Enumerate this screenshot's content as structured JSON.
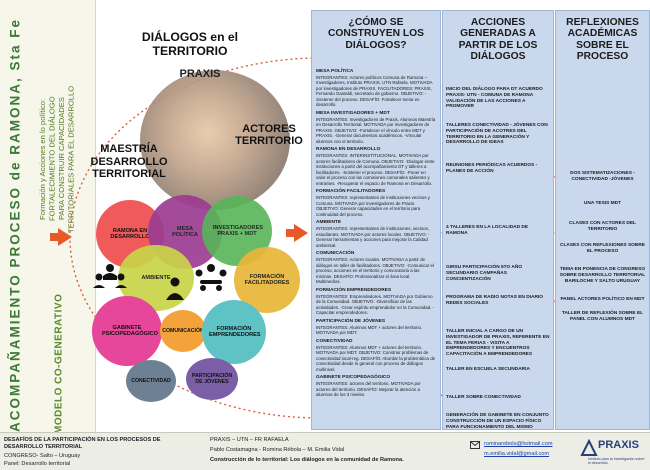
{
  "left": {
    "main_title": "ACOMPAÑAMIENTO PROCESO de RAMONA, Sta Fe",
    "subtitle_lines": [
      "Formación y Acciones en lo político:",
      "FORTALECIMIENTO DEL DIÁLOGO",
      "PARA CONSTRUIR CAPACIDADES",
      "TERRITORIALES PARA EL DESARROLLO"
    ],
    "model_label": "MODELO CO-GENERATIVO"
  },
  "center": {
    "title": "DIÁLOGOS en el TERRITORIO",
    "praxis": "PRAXIS",
    "maestria": "MAESTRÍA DESARROLLO TERRITORIAL",
    "actores": "ACTORES TERRITORIO"
  },
  "venn": [
    {
      "id": "ramona",
      "label": "RAMONA EN DESARROLLO",
      "color": "#f15a5a"
    },
    {
      "id": "mesa",
      "label": "MESA POLÍTICA",
      "color": "#9c3c92"
    },
    {
      "id": "investigadores",
      "label": "INVESTIGADORES PRAXIS + MDT",
      "color": "#58b558"
    },
    {
      "id": "ambiente",
      "label": "AMBIENTE",
      "color": "#c9d448"
    },
    {
      "id": "formacion_fac",
      "label": "FORMACIÓN FACILITADORES",
      "color": "#e8b63a"
    },
    {
      "id": "gabinete",
      "label": "GABINETE PSICOPEDAGÓGICO",
      "color": "#e6479a"
    },
    {
      "id": "comunicacion",
      "label": "COMUNICACIÓN",
      "color": "#f3a33a"
    },
    {
      "id": "formacion_emp",
      "label": "FORMACIÓN EMPRENDEDORES",
      "color": "#5fc3c6"
    },
    {
      "id": "conectividad",
      "label": "CONECTIVIDAD",
      "color": "#6e8093"
    },
    {
      "id": "participacion",
      "label": "PARTICIPACIÓN DE JÓVENES",
      "color": "#7a5ea6"
    }
  ],
  "col1": {
    "header": "¿CÓMO SE CONSTRUYEN LOS DIÁLOGOS?",
    "sections": [
      {
        "title": "MESA POLÍTICA",
        "body": "INTEGRANTES: Actores políticos Comuna de Ramona – Investigadores, Instituto PRAXIS, UTN Rafaela. MOTIVADA por investigadores de PRAXIS. FACILITADORES: PRAXIS, Fernando Gastaldi, secretario de gobierno. OBJETIVO: -Sostener del proceso. DESAFÍO: Fortalecer mesa en desarrollo."
      },
      {
        "title": "MESA INVESTIGADORES + MDT",
        "body": "INTEGRANTES: Investigadores de Praxis, Alumnos Maestría en Desarrollo Territorial. MOTIVADA por investigadores de PRAXIS. OBJETIVO: -Fortalecer el vínculo entre MDT y PRAXIS. -Generar documentos académicos. -Vincular alumnos con el territorio."
      },
      {
        "title": "RAMONA EN DESARROLLO",
        "body": "INTEGRANTES: INTERINSTITUCIONAL. MOTIVADA por actores facilitadores de Comuna. OBJETIVO: -Dialogar entre instituciones a partir del acompañamiento DT y talleres a facilitadores. -Sostener el proceso. DESAFÍO: -Poner en valor el proceso con las comisiones comunales salientes y entrantes. -Recuperar el espacio de Ramona en Desarrollo."
      },
      {
        "title": "FORMACIÓN FACILITADORES",
        "body": "INTEGRANTES: representantes de instituciones vecinos y Comuna. MOTIVADA por investigadores de Praxis. OBJETIVO: Generar capacidades en el territorio para continuidad del proceso."
      },
      {
        "title": "AMBIENTE",
        "body": "INTEGRANTES: representantes de instituciones, vecinos, estudiantes. MOTIVADA por actores locales. OBJETIVO: -Generar herramientas y acciones para mejorar la Calidad ambiental."
      },
      {
        "title": "COMUNICACIÓN",
        "body": "INTEGRANTES: Actores locales. MOTIVADA a partir de diálogos en taller de facilitadores. OBJETIVO: -Comunicar el proceso, acciones en el territorio y convocatoria a las mismas. DESAFÍO: Profesionalizar el área local. Multimedios."
      },
      {
        "title": "FORMACIÓN EMPRENDEDORES",
        "body": "INTEGRANTES: Emprendedores. MOTIVADA por Gobierno de la Comunidad. OBJETIVO: -Diversificar de las actividades. -Crear espíritu emprendedor en la Comunidad. -Capacitar emprendedores."
      },
      {
        "title": "PARTICIPACIÓN DE JÓVENES",
        "body": "INTEGRANTES: Alumnos MDT + actores del territorio. MOTIVADA por MDT."
      },
      {
        "title": "CONECTIVIDAD",
        "body": "INTEGRANTES: Alumnos MDT + actores del territorio. MOTIVADA por MDT. OBJETIVO: Construir problemas de conectividad local-reg. DESAFÍO: Abordar la problemática de conectividad desde lo general con proceso de diálogos multinivel."
      },
      {
        "title": "GABINETE PSICOPEDAGÓGICO",
        "body": "INTEGRANTES: actores del territorio. MOTIVADA por actores del territorio. DESAFÍO: Mejorar la atención a alumnos de los 3 niveles."
      }
    ]
  },
  "col2": {
    "header": "ACCIONES GENERADAS A PARTIR DE LOS DIÁLOGOS",
    "items": [
      "INICIO DEL DIÁLOGO PARA DT ACUERDO PRAXIS- UTN - COMUNA DE RAMONA VALIDACIÓN DE LAS ACCIONES A PROMOVER",
      "TALLERES CONECTIVIDAD - JÓVENES CON PARTICIPACIÓN DE ACOTRES DEL TERRITORIO EN LA GENERACIÓN Y DESARROLLO DE IDEAS",
      "REUNIONES PERIÓDICAS ACUERDOS - PLANES DE ACCIÓN",
      "4 TALLERES EN LA LOCALIDAD DE RAMONA",
      "GIRSU PARTICIPACIÓN 5TO AÑO SECUNDARIO CAMPAÑAS CONCIENTIZACIÓN",
      "PROGRAMA DE RADIO NOTAS EN DIARIO REDES SOCIALES",
      "TALLER INICIAL A CARGO DE UN INVESTIGADOR DE PRAXIS, REFERENTE EN EL TEMA FERIAS - VISITA A EMPRENDEDORES Y ENCUENTROS CAPACITACIÓN A EMPRENDEDORES",
      "TALLER EN ESCUELA SECUNDARIA",
      "TALLER SOBRE CONECTIVIDAD",
      "GENERACIÓN DE GABINETE EN CONJUNTO CONSTRUCCIÓN DE UN ESPACIO FÍSICO PARA FUNCIONAMIENTO DEL MISMO"
    ]
  },
  "col3": {
    "header": "REFLEXIONES ACADÉMICAS SOBRE EL PROCESO",
    "items": [
      "DOS SISTEMATIZACIONES -CONECTIVIDAD -JÓVENES",
      "UNA TESIS MDT",
      "CLASES CON ACTORES DEL TERRITORIO",
      "CLASES CON REFLEXIONES SOBRE EL PROCESO",
      "TEMA EN PONENCIA DE CONGRESO SOBRE DESARROLLO TERRITORIAL BARILOCHE Y SALTO URUGUAY",
      "PANEL ACTORES POLÍTICO EN MDT",
      "TALLER DE REFLEXIÓN SOBRE EL PANEL CON ALUMNOS MDT"
    ]
  },
  "footer": {
    "left_title": "DESAFÍOS DE LA PARTICIPACIÓN EN LOS PROCESOS DE DESARROLLO TERRITORIAL",
    "left_congress": "CONGRESO- Salto – Uruguay",
    "left_panel": "Panel: Desarrollo territorial",
    "mid_institution": "PRAXIS – UTN – FR RAFAELA",
    "mid_authors": "Pablo Costamagna - Romina Rébola – M. Emilia Vidal",
    "mid_title": "Construcción de lo territorial: Los diálogos en la comunidad de Ramona.",
    "email1": "rominarebola@hotmail.com",
    "email2": "m.emilia.vidal@gmail.com",
    "logo_text": "PRAXIS",
    "logo_sub": "Instituto para la Investigación sobre el desarrollo"
  }
}
